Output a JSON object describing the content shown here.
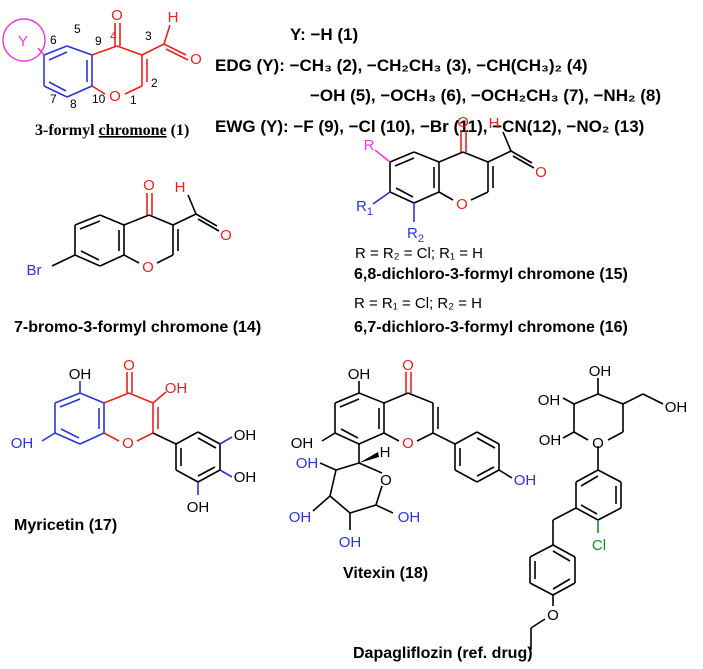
{
  "colors": {
    "red": "#e8231f",
    "blue": "#2b35d6",
    "magenta": "#ee3fd5",
    "green": "#1c8c2a",
    "black": "#000000"
  },
  "atoms": {
    "O": "O",
    "H": "H",
    "OH": "OH",
    "Br": "Br",
    "Cl": "Cl",
    "R": "R",
    "R1_base": "R",
    "R1_sub": "1",
    "R2_base": "R",
    "R2_sub": "2",
    "Y": "Y"
  },
  "ring_numbers": [
    "6",
    "5",
    "9",
    "4",
    "3",
    "7",
    "8",
    "10",
    "1",
    "2"
  ],
  "substituents": {
    "y_line": "Y:  −H  (1)",
    "edg_1": "EDG (Y):  −CH₃ (2), −CH₂CH₃ (3),  −CH(CH₃)₂ (4)",
    "edg_2": "−OH (5), −OCH₃ (6), −OCH₂CH₃ (7),  −NH₂ (8)",
    "ewg": "EWG (Y):  −F (9),  −Cl (10),  −Br (11), −CN(12), −NO₂ (13)"
  },
  "labels": {
    "cmpd1_pre": "3-formyl ",
    "cmpd1_mid": "chromone",
    "cmpd1_post": " (1)",
    "cmpd14": "7-bromo-3-formyl chromone (14)",
    "def15": "R = R₂ = Cl; R₁ = H",
    "cmpd15": "6,8-dichloro-3-formyl chromone (15)",
    "def16": "R = R₁ = Cl; R₂ = H",
    "cmpd16": "6,7-dichloro-3-formyl chromone (16)",
    "cmpd17": "Myricetin (17)",
    "cmpd18": "Vitexin (18)",
    "drug": "Dapagliflozin (ref. drug)"
  }
}
